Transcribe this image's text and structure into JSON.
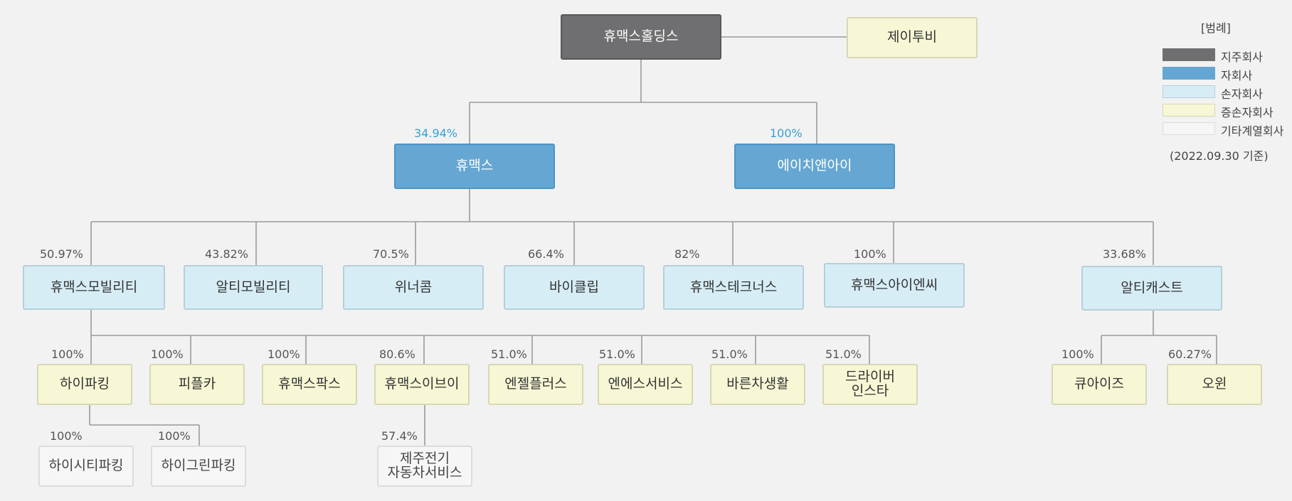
{
  "colors": {
    "holding": "#6f6f71",
    "sub": "#65a7d2",
    "gsub": "#d7edf6",
    "ggsub": "#f7f7d6",
    "other": "#f6f6f6",
    "line": "#9a9a9a",
    "pct_blue": "#3a9fd0"
  },
  "nodes": {
    "humax_holdings": {
      "label": "휴맥스홀딩스",
      "type": "holding"
    },
    "j2b": {
      "label": "제이투비",
      "type": "ggsub"
    },
    "humax": {
      "label": "휴맥스",
      "type": "sub",
      "pct": "34.94%"
    },
    "hni": {
      "label": "에이치앤아이",
      "type": "sub",
      "pct": "100%"
    },
    "humax_mobility": {
      "label": "휴맥스모빌리티",
      "type": "gsub",
      "pct": "50.97%"
    },
    "rt_mobility": {
      "label": "알티모빌리티",
      "type": "gsub",
      "pct": "43.82%"
    },
    "winercom": {
      "label": "위너콤",
      "type": "gsub",
      "pct": "70.5%"
    },
    "bikeclip": {
      "label": "바이클립",
      "type": "gsub",
      "pct": "66.4%"
    },
    "humax_technus": {
      "label": "휴맥스테크너스",
      "type": "gsub",
      "pct": "82%"
    },
    "humax_icnc": {
      "label": "휴맥스아이엔씨",
      "type": "gsub",
      "pct": "100%"
    },
    "rt_cast": {
      "label": "알티캐스트",
      "type": "gsub",
      "pct": "33.68%"
    },
    "hiparking": {
      "label": "하이파킹",
      "type": "ggsub",
      "pct": "100%"
    },
    "peoplecar": {
      "label": "피플카",
      "type": "ggsub",
      "pct": "100%"
    },
    "humax_parks": {
      "label": "휴맥스팍스",
      "type": "ggsub",
      "pct": "100%"
    },
    "humax_ev": {
      "label": "휴맥스이브이",
      "type": "ggsub",
      "pct": "80.6%"
    },
    "enjel_plus": {
      "label": "엔젤플러스",
      "type": "ggsub",
      "pct": "51.0%"
    },
    "ns_service": {
      "label": "엔에스서비스",
      "type": "ggsub",
      "pct": "51.0%"
    },
    "bareun_life": {
      "label": "바른차생활",
      "type": "ggsub",
      "pct": "51.0%"
    },
    "driver_insta": {
      "label": "드라이버\n인스타",
      "type": "ggsub",
      "pct": "51.0%"
    },
    "qiiz": {
      "label": "큐아이즈",
      "type": "ggsub",
      "pct": "100%"
    },
    "owin": {
      "label": "오윈",
      "type": "ggsub",
      "pct": "60.27%"
    },
    "hicity_parking": {
      "label": "하이시티파킹",
      "type": "other",
      "pct": "100%"
    },
    "higreen_parking": {
      "label": "하이그린파킹",
      "type": "other",
      "pct": "100%"
    },
    "jeju_ev_service": {
      "label": "제주전기\n자동차서비스",
      "type": "other",
      "pct": "57.4%"
    }
  },
  "legend": {
    "title": "[범례]",
    "items": [
      {
        "label": "지주회사",
        "type": "holding"
      },
      {
        "label": "자회사",
        "type": "sub"
      },
      {
        "label": "손자회사",
        "type": "gsub"
      },
      {
        "label": "증손자회사",
        "type": "ggsub"
      },
      {
        "label": "기타계열회사",
        "type": "other"
      }
    ],
    "date": "(2022.09.30 기준)"
  }
}
